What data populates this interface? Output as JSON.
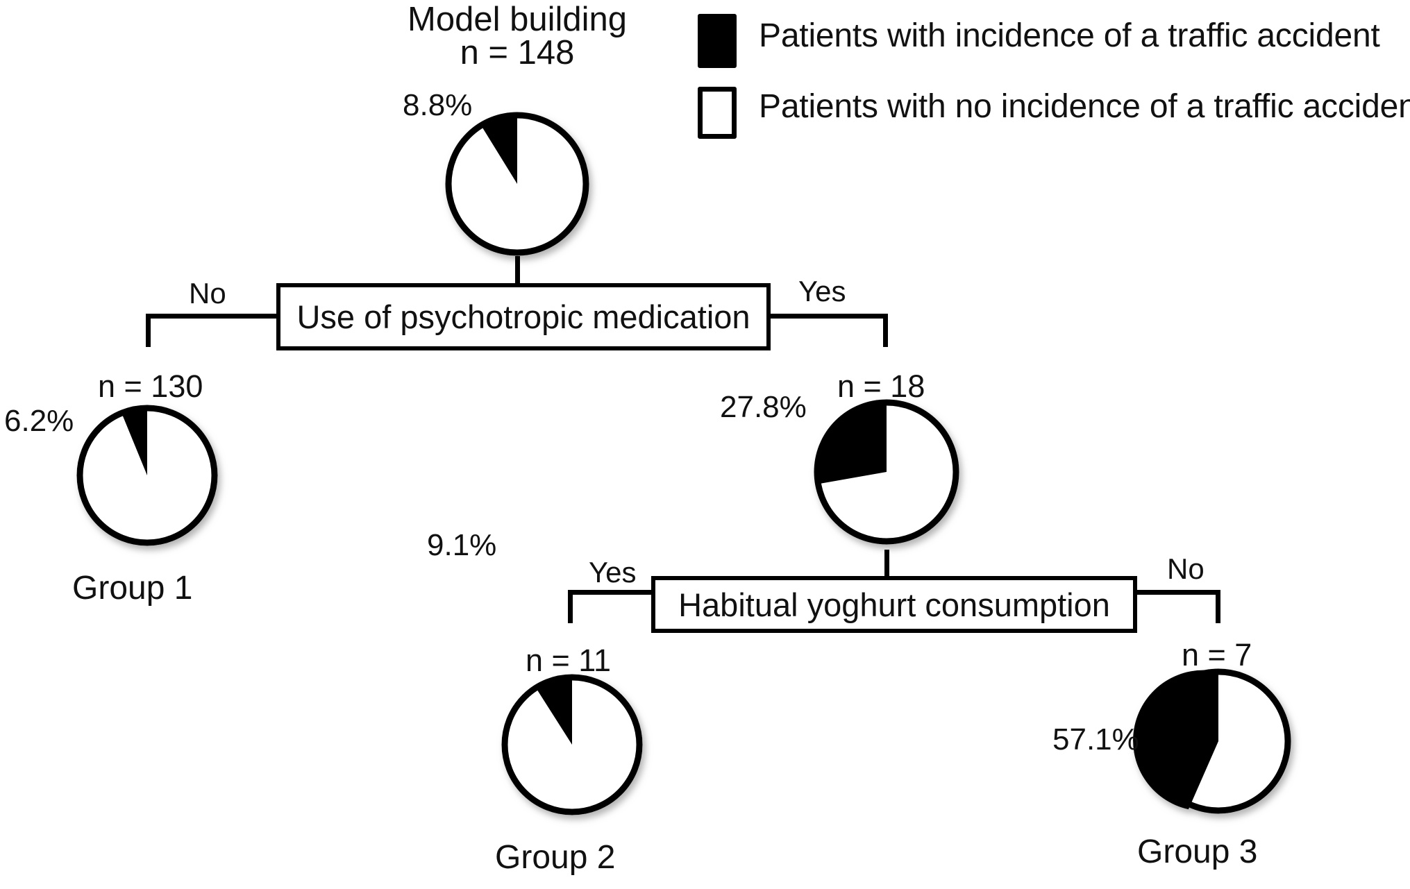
{
  "figure": {
    "title": "Model building",
    "title_n": "n = 148",
    "background": "#ffffff",
    "ink_color": "#000000"
  },
  "legend": {
    "position": "top-right",
    "items": [
      {
        "swatch": "filled-black-square",
        "color": "#000000",
        "label": "Patients with incidence of a traffic accident"
      },
      {
        "swatch": "open-white-square",
        "color": "#ffffff",
        "label": "Patients with no incidence of a traffic accident"
      }
    ]
  },
  "decisions": [
    {
      "id": "psychotropic",
      "label": "Use of psychotropic medication",
      "left_branch": "No",
      "right_branch": "Yes"
    },
    {
      "id": "yoghurt",
      "label": "Habitual yoghurt consumption",
      "left_branch": "Yes",
      "right_branch": "No"
    }
  ],
  "nodes": [
    {
      "id": "root",
      "n_label": "n = 148",
      "pct_label": "8.8%",
      "group_label": ""
    },
    {
      "id": "left1",
      "n_label": "n = 130",
      "pct_label": "6.2%",
      "group_label": "Group 1"
    },
    {
      "id": "right1",
      "n_label": "n = 18",
      "pct_label": "27.8%",
      "group_label": ""
    },
    {
      "id": "left2",
      "n_label": "n = 11",
      "pct_label": "9.1%",
      "group_label": "Group 2"
    },
    {
      "id": "right2",
      "n_label": "n = 7",
      "pct_label": "57.1%",
      "group_label": "Group 3"
    }
  ],
  "chart_data": {
    "type": "pie",
    "title": "Model building",
    "description": "Classification tree of traffic-accident incidence with a pie chart at each node. Each pie shows the share of patients with an incidence of a traffic accident (black) versus no incidence (white). Black wedges are drawn counter-clockwise from the 12 o'clock position.",
    "legend": [
      "Patients with incidence of a traffic accident",
      "Patients with no incidence of a traffic accident"
    ],
    "slice_colors": [
      "#000000",
      "#ffffff"
    ],
    "charts": [
      {
        "node": "root",
        "n": 148,
        "labels": [
          "Patients with incidence of a traffic accident",
          "Patients with no incidence of a traffic accident"
        ],
        "values": [
          8.8,
          91.2
        ],
        "value_label": "8.8%",
        "n_label": "n = 148",
        "group_label": ""
      },
      {
        "node": "left1",
        "n": 130,
        "labels": [
          "Patients with incidence of a traffic accident",
          "Patients with no incidence of a traffic accident"
        ],
        "values": [
          6.2,
          93.8
        ],
        "value_label": "6.2%",
        "n_label": "n = 130",
        "group_label": "Group 1"
      },
      {
        "node": "right1",
        "n": 18,
        "labels": [
          "Patients with incidence of a traffic accident",
          "Patients with no incidence of a traffic accident"
        ],
        "values": [
          27.8,
          72.2
        ],
        "value_label": "27.8%",
        "n_label": "n = 18",
        "group_label": ""
      },
      {
        "node": "left2",
        "n": 11,
        "labels": [
          "Patients with incidence of a traffic accident",
          "Patients with no incidence of a traffic accident"
        ],
        "values": [
          9.1,
          90.9
        ],
        "value_label": "9.1%",
        "n_label": "n = 11",
        "group_label": "Group 2"
      },
      {
        "node": "right2",
        "n": 7,
        "labels": [
          "Patients with incidence of a traffic accident",
          "Patients with no incidence of a traffic accident"
        ],
        "values": [
          57.1,
          42.9
        ],
        "value_label": "57.1%",
        "n_label": "n = 7",
        "group_label": "Group 3"
      }
    ],
    "tree": {
      "root": {
        "n": 148,
        "pct": 8.8
      },
      "splits": [
        {
          "question": "Use of psychotropic medication",
          "branches": [
            {
              "answer": "No",
              "n": 130,
              "pct": 6.2,
              "group": "Group 1"
            },
            {
              "answer": "Yes",
              "n": 18,
              "pct": 27.8,
              "group": ""
            }
          ]
        },
        {
          "question": "Habitual yoghurt consumption",
          "branches": [
            {
              "answer": "Yes",
              "n": 11,
              "pct": 9.1,
              "group": "Group 2"
            },
            {
              "answer": "No",
              "n": 7,
              "pct": 57.1,
              "group": "Group 3"
            }
          ]
        }
      ]
    }
  }
}
